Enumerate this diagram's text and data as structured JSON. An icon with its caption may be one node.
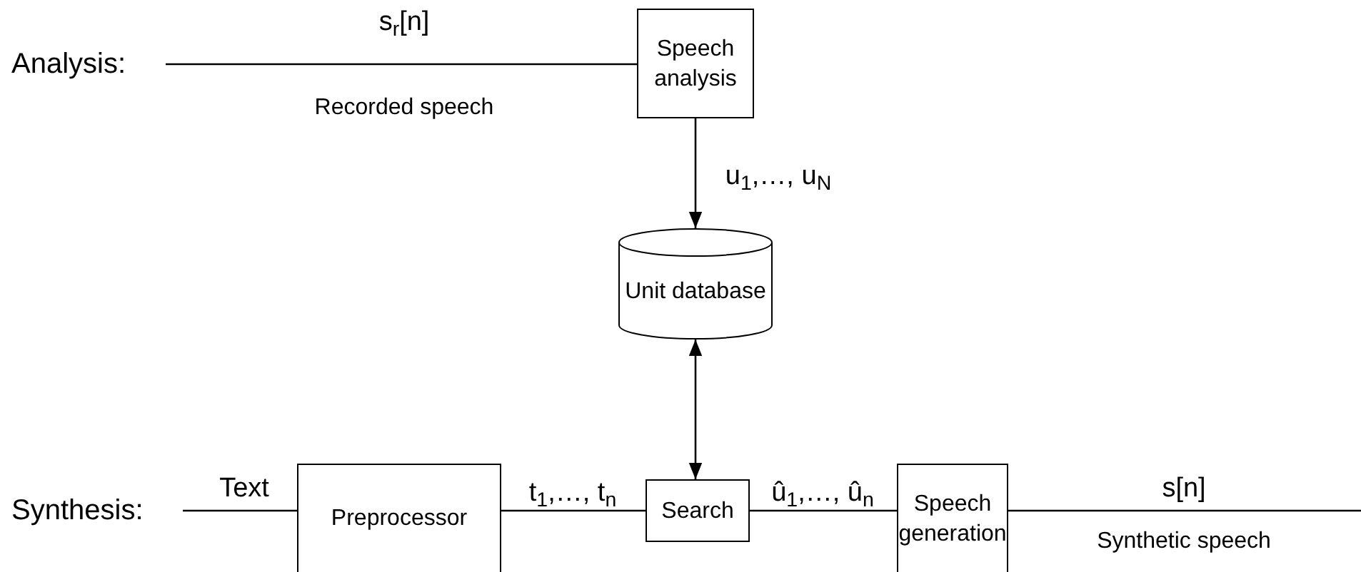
{
  "diagram": {
    "nodes": [
      {
        "text": [
          "Analysis:"
        ]
      },
      {
        "text": [
          "Speech analysis"
        ]
      },
      {
        "text": [
          "Unit database"
        ]
      },
      {
        "text": [
          "Synthesis:"
        ]
      },
      {
        "text": [
          "Preprocessor"
        ]
      },
      {
        "text": [
          "Search"
        ]
      },
      {
        "text": [
          "Speech generation"
        ]
      }
    ],
    "edges": [
      {
        "from": 0,
        "to": 1,
        "arrow": "none",
        "label": "s$_{r}$[n]"
      },
      {
        "from": 1,
        "to": 2,
        "arrow": "to",
        "label": "u$_{1}$,…, u$_{N}$"
      },
      {
        "from": 2,
        "to": 5,
        "arrow": "both"
      },
      {
        "from": 3,
        "to": 4,
        "arrow": "none",
        "label": "Text"
      },
      {
        "from": 4,
        "to": 5,
        "arrow": "none",
        "label": "t$_{1}$,…, t$_{n}$"
      },
      {
        "from": 5,
        "to": 6,
        "arrow": "none",
        "label": "û$_{1}$,…, û$_{n}$"
      },
      {
        "from": 6,
        "to": null,
        "arrow": "none",
        "label": "s[n]"
      }
    ],
    "labels": [
      "Recorded speech",
      "Synthetic speech"
    ]
  }
}
